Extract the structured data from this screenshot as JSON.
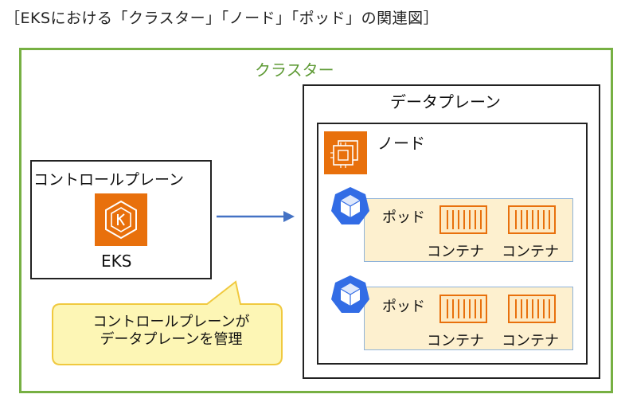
{
  "title": "［EKSにおける「クラスター」「ノード」「ポッド」の関連図］",
  "cluster": {
    "label": "クラスター"
  },
  "control_plane": {
    "label": "コントロールプレーン",
    "service_label": "EKS"
  },
  "callout": {
    "line1": "コントロールプレーンが",
    "line2": "データプレーンを管理"
  },
  "data_plane": {
    "label": "データプレーン"
  },
  "node": {
    "label": "ノード"
  },
  "pods": [
    {
      "label": "ポッド",
      "containers": [
        "コンテナ",
        "コンテナ"
      ]
    },
    {
      "label": "ポッド",
      "containers": [
        "コンテナ",
        "コンテナ"
      ]
    }
  ],
  "colors": {
    "cluster_border": "#77b043",
    "aws_orange": "#e8700c",
    "k8s_blue": "#326ce5",
    "pod_fill": "#fdf0cf",
    "pod_border": "#8fb3d9",
    "callout_fill": "#fdf6b5",
    "callout_border": "#f0c93f",
    "arrow": "#4472c4"
  }
}
